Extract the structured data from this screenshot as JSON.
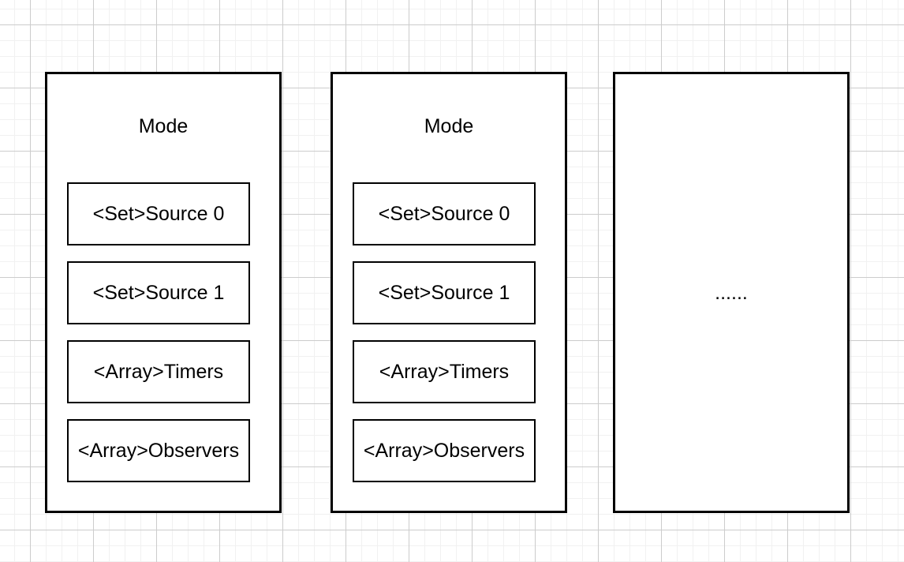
{
  "canvas": {
    "background_color": "#ffffff",
    "grid_minor_color": "#f1f1f1",
    "grid_major_color": "#cccccc",
    "stroke_color": "#000000"
  },
  "panels": [
    {
      "title": "Mode",
      "items": [
        "<Set>Source 0",
        "<Set>Source 1",
        "<Array>Timers",
        "<Array>Observers"
      ]
    },
    {
      "title": "Mode",
      "items": [
        "<Set>Source 0",
        "<Set>Source 1",
        "<Array>Timers",
        "<Array>Observers"
      ]
    },
    {
      "ellipsis": "......"
    }
  ]
}
